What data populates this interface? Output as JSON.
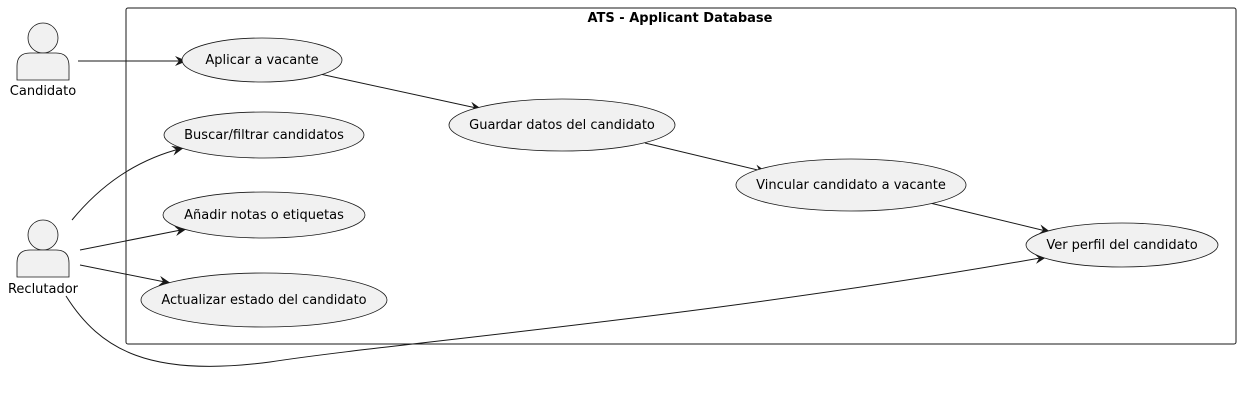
{
  "system": {
    "title": "ATS - Applicant Database"
  },
  "actors": {
    "candidato": "Candidato",
    "reclutador": "Reclutador"
  },
  "use_cases": {
    "aplicar": "Aplicar a vacante",
    "guardar": "Guardar datos del candidato",
    "buscar": "Buscar/filtrar candidatos",
    "vincular": "Vincular candidato a vacante",
    "anadir": "Añadir notas o etiquetas",
    "ver_perfil": "Ver perfil del candidato",
    "actualizar": "Actualizar estado del candidato"
  }
}
